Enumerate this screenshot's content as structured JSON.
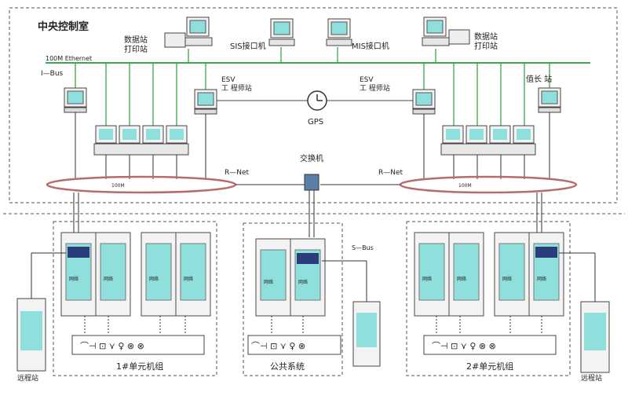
{
  "control_room": {
    "title": "中央控制室",
    "ethernet_label": "100M Ethernet",
    "ibus_label": "I—Bus",
    "data_printer_left": "数据站\n打印站",
    "data_printer_right": "数据站\n打印站",
    "sis": "SIS接口机",
    "mis": "MIS接口机",
    "esv_left": "ESV\n工 程师站",
    "esv_right": "ESV\n工 程师站",
    "shift": "值长 站",
    "gps": "GPS",
    "switch": "交换机",
    "rnet_left": "R—Net",
    "rnet_right": "R—Net",
    "ring_left_text": "100M",
    "ring_right_text": "100M"
  },
  "field": {
    "unit1": "1#单元机组",
    "common": "公共系统",
    "unit2": "2#单元机组",
    "sbus": "S—Bus",
    "remote_left": "远程站",
    "remote_right": "远程站",
    "cab_inner_label": "网络"
  },
  "colors": {
    "bus_green": "#39a845",
    "ring_red": "#b86b6b",
    "screen": "#8fe0dc",
    "cabinet": "#f3f3f3",
    "frame": "#4a4a4a"
  }
}
